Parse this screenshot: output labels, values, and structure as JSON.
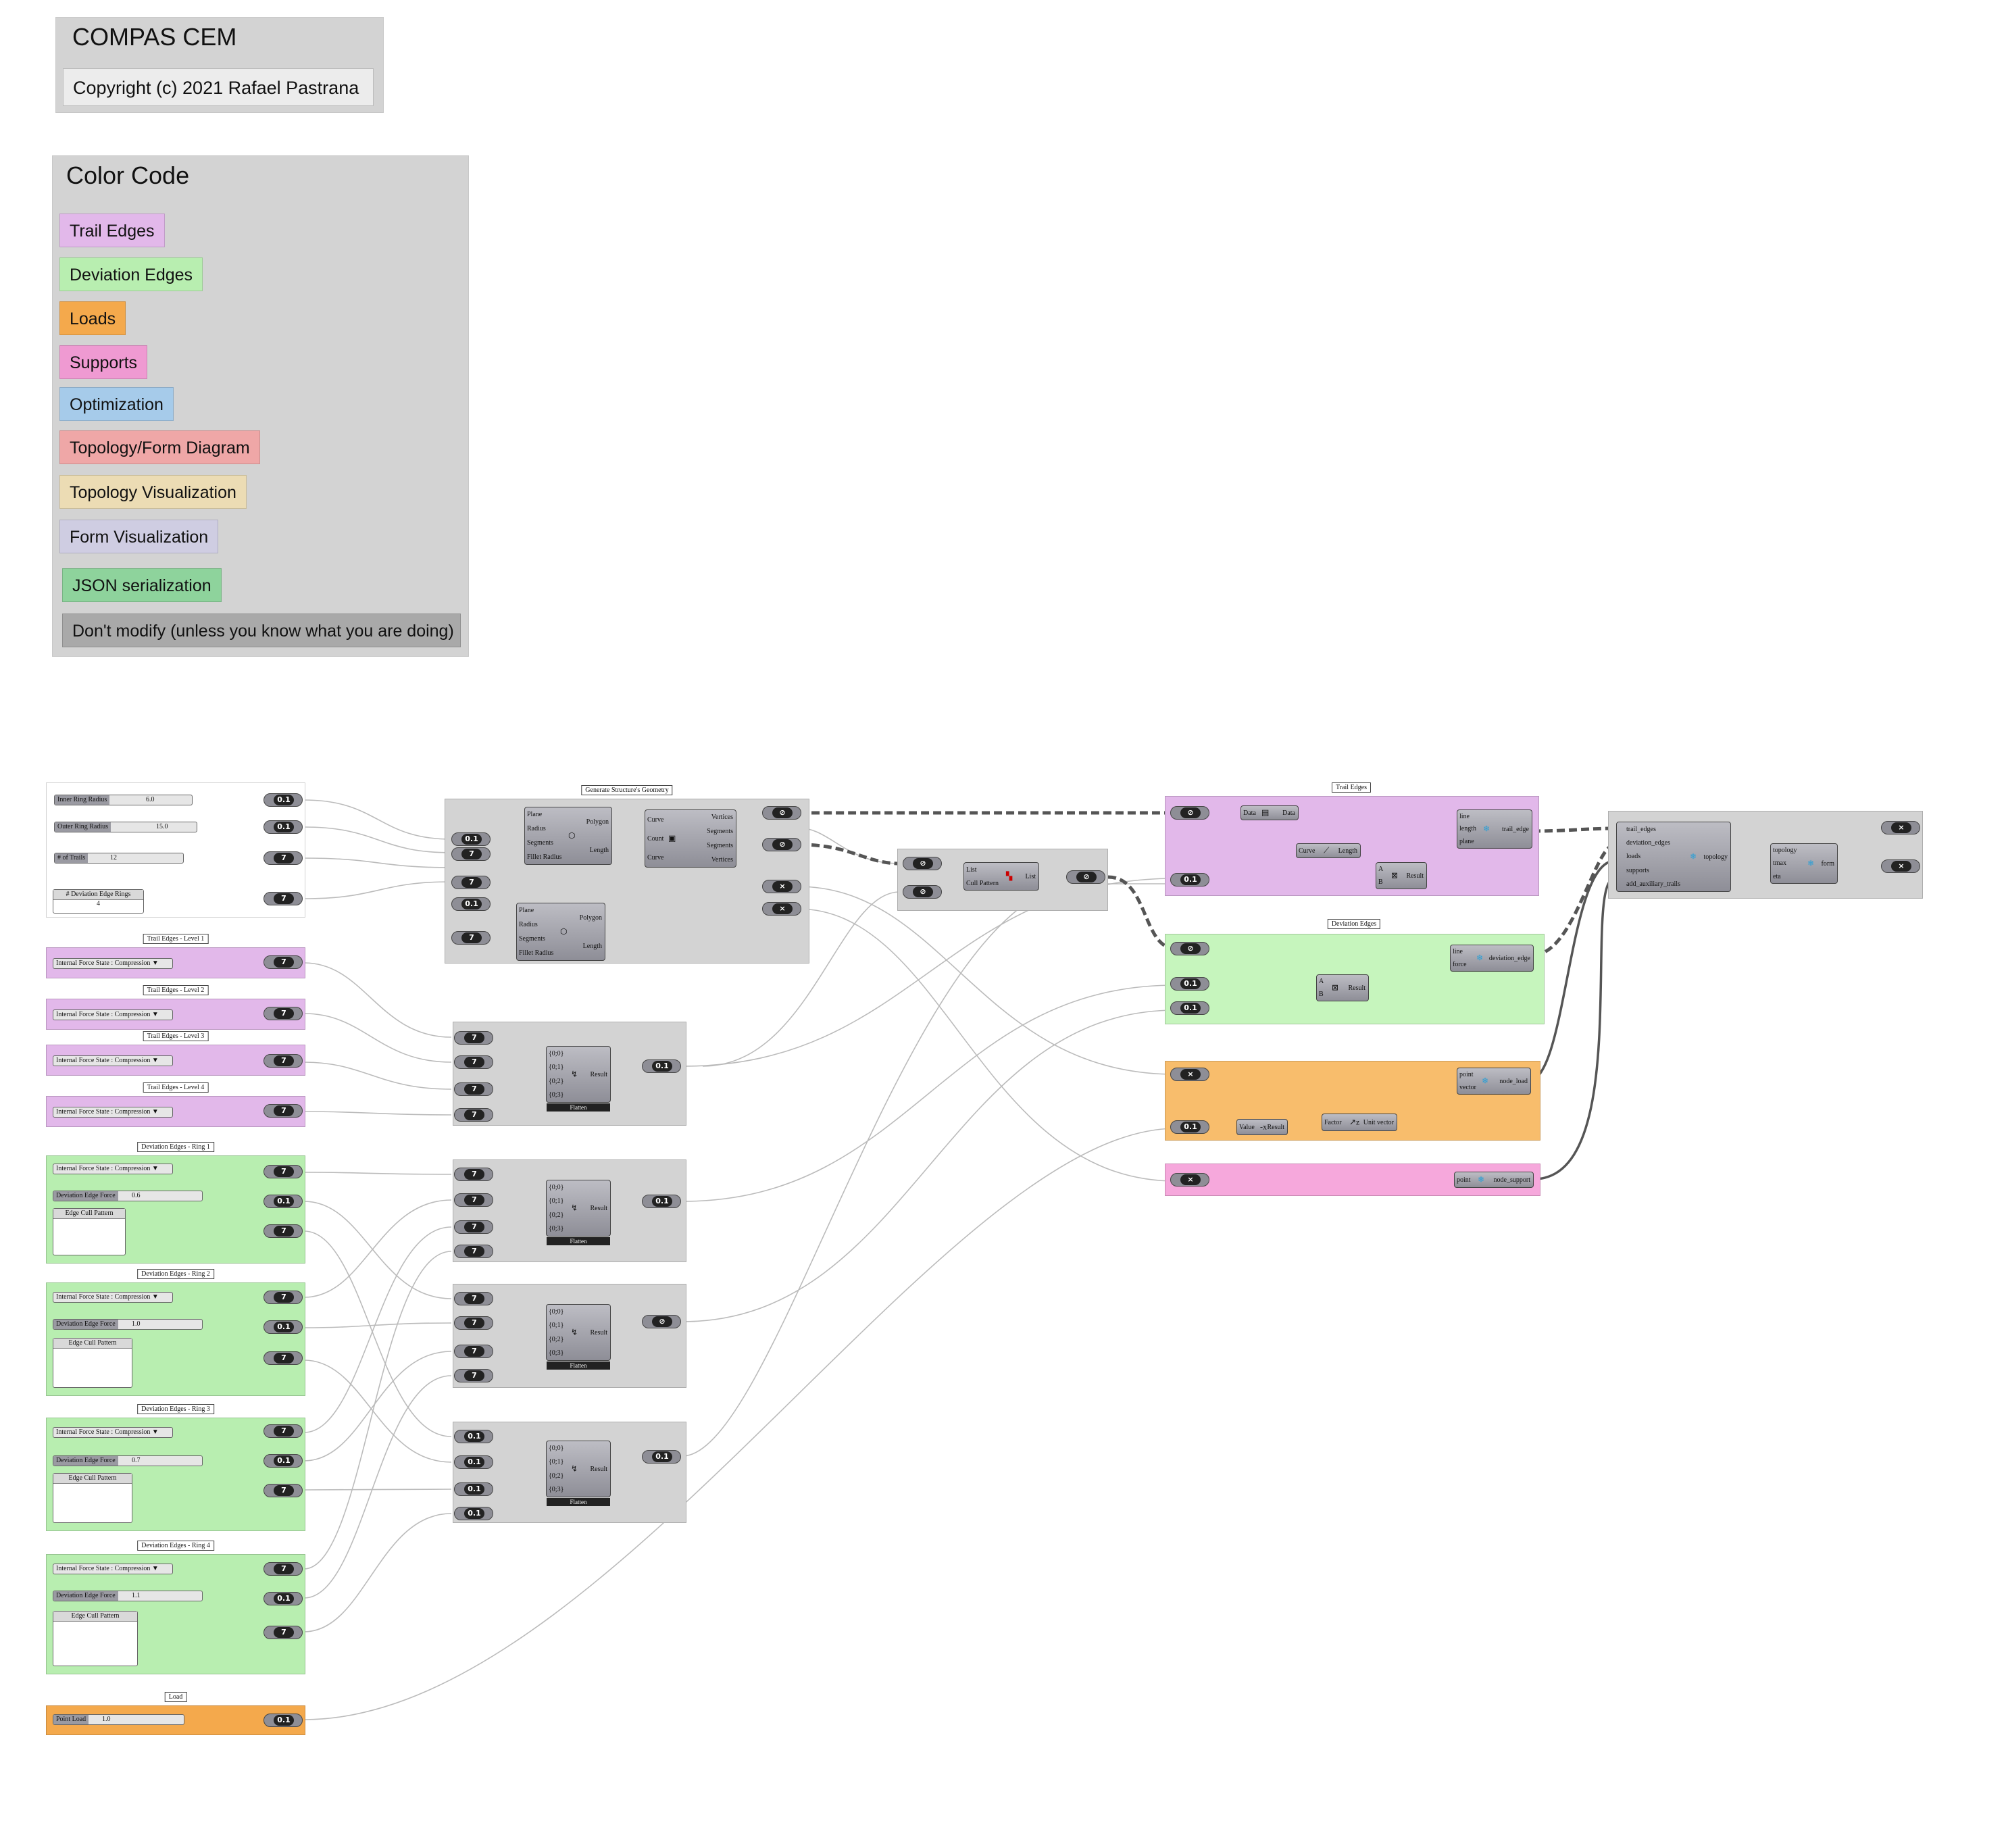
{
  "legend": {
    "title": "COMPAS CEM",
    "copyright": "Copyright (c) 2021 Rafael Pastrana"
  },
  "color_code": {
    "title": "Color Code",
    "items": [
      {
        "label": "Trail Edges",
        "color": "#e2b8ea"
      },
      {
        "label": "Deviation Edges",
        "color": "#b8eeb0"
      },
      {
        "label": "Loads",
        "color": "#f4a94c"
      },
      {
        "label": "Supports",
        "color": "#ef9ad2"
      },
      {
        "label": "Optimization",
        "color": "#a6cbea"
      },
      {
        "label": "Topology/Form Diagram",
        "color": "#efa7a7"
      },
      {
        "label": "Topology Visualization",
        "color": "#ecdcb4"
      },
      {
        "label": "Form Visualization",
        "color": "#cfcde2"
      },
      {
        "label": "JSON serialization",
        "color": "#8ed39c"
      },
      {
        "label": "Don't modify (unless you know what you are doing)",
        "color": "#a9a9a9"
      }
    ]
  },
  "inputs": {
    "inner_ring": {
      "name": "Inner Ring Radius",
      "value": "6.0"
    },
    "outer_ring": {
      "name": "Outer Ring Radius",
      "value": "15.0"
    },
    "trails": {
      "name": "# of Trails",
      "value": "12"
    },
    "dev_rings": {
      "name": "# Deviation Edge Rings",
      "value": "4"
    }
  },
  "trail_levels": [
    {
      "label": "Trail Edges - Level 1",
      "state": "Internal Force State",
      "value": "Compression"
    },
    {
      "label": "Trail Edges - Level 2",
      "state": "Internal Force State",
      "value": "Compression"
    },
    {
      "label": "Trail Edges - Level 3",
      "state": "Internal Force State",
      "value": "Compression"
    },
    {
      "label": "Trail Edges - Level 4",
      "state": "Internal Force State",
      "value": "Compression"
    }
  ],
  "dev_rings": [
    {
      "label": "Deviation Edges - Ring 1",
      "state": "Internal Force State",
      "value": "Compression",
      "force_name": "Deviation Edge Force",
      "force": "0.6",
      "pattern": "Edge Cull Pattern"
    },
    {
      "label": "Deviation Edges - Ring 2",
      "state": "Internal Force State",
      "value": "Compression",
      "force_name": "Deviation Edge Force",
      "force": "1.0",
      "pattern": "Edge Cull Pattern"
    },
    {
      "label": "Deviation Edges - Ring 3",
      "state": "Internal Force State",
      "value": "Compression",
      "force_name": "Deviation Edge Force",
      "force": "0.7",
      "pattern": "Edge Cull Pattern"
    },
    {
      "label": "Deviation Edges - Ring 4",
      "state": "Internal Force State",
      "value": "Compression",
      "force_name": "Deviation Edge Force",
      "force": "1.1",
      "pattern": "Edge Cull Pattern"
    }
  ],
  "load": {
    "label": "Load",
    "name": "Point Load",
    "value": "1.0"
  },
  "groups": {
    "geometry": "Generate Structure's Geometry",
    "trail": "Trail Edges",
    "deviation": "Deviation Edges"
  },
  "glyphs": {
    "seven": "7",
    "num": "0.1",
    "pt": "×",
    "crv": "⊘"
  },
  "components": {
    "polygon_a": {
      "ins": [
        "Plane",
        "Radius",
        "Segments",
        "Fillet Radius"
      ],
      "outs": [
        "Polygon",
        "Length"
      ]
    },
    "polygon_b": {
      "ins": [
        "Plane",
        "Radius",
        "Segments",
        "Fillet Radius"
      ],
      "outs": [
        "Polygon",
        "Length"
      ]
    },
    "divide": {
      "ins": [
        "Curve",
        "Count",
        "Curve"
      ],
      "outs": [
        "Vertices",
        "Segments",
        "Segments",
        "Vertices"
      ]
    },
    "cull": {
      "ins": [
        "List",
        "Cull Pattern"
      ],
      "outs": [
        "List"
      ]
    },
    "data": {
      "ins": [
        "Data"
      ],
      "outs": [
        "Data"
      ]
    },
    "length": {
      "ins": [
        "Curve"
      ],
      "outs": [
        "Length"
      ]
    },
    "mult_trail": {
      "ins": [
        "A",
        "B"
      ],
      "outs": [
        "Result"
      ]
    },
    "trail_edge": {
      "ins": [
        "line",
        "length",
        "plane"
      ],
      "outs": [
        "trail_edge"
      ]
    },
    "mult_dev": {
      "ins": [
        "A",
        "B"
      ],
      "outs": [
        "Result"
      ]
    },
    "deviation_edge": {
      "ins": [
        "line",
        "force"
      ],
      "outs": [
        "deviation_edge"
      ]
    },
    "neg": {
      "ins": [
        "Value"
      ],
      "outs": [
        "Result"
      ]
    },
    "unit": {
      "ins": [
        "Factor"
      ],
      "outs": [
        "Unit vector"
      ]
    },
    "node_load": {
      "ins": [
        "point",
        "vector"
      ],
      "outs": [
        "node_load"
      ]
    },
    "node_support": {
      "ins": [
        "point"
      ],
      "outs": [
        "node_support"
      ]
    },
    "topology": {
      "ins": [
        "trail_edges",
        "deviation_edges",
        "loads",
        "supports",
        "add_auxiliary_trails"
      ],
      "outs": [
        "topology"
      ]
    },
    "form": {
      "ins": [
        "topology",
        "tmax",
        "eta"
      ],
      "outs": [
        "form"
      ]
    },
    "entwine": {
      "ins": [
        "{0;0}",
        "{0;1}",
        "{0;2}",
        "{0;3}"
      ],
      "outs": [
        "Result"
      ],
      "title": "Flatten"
    }
  }
}
